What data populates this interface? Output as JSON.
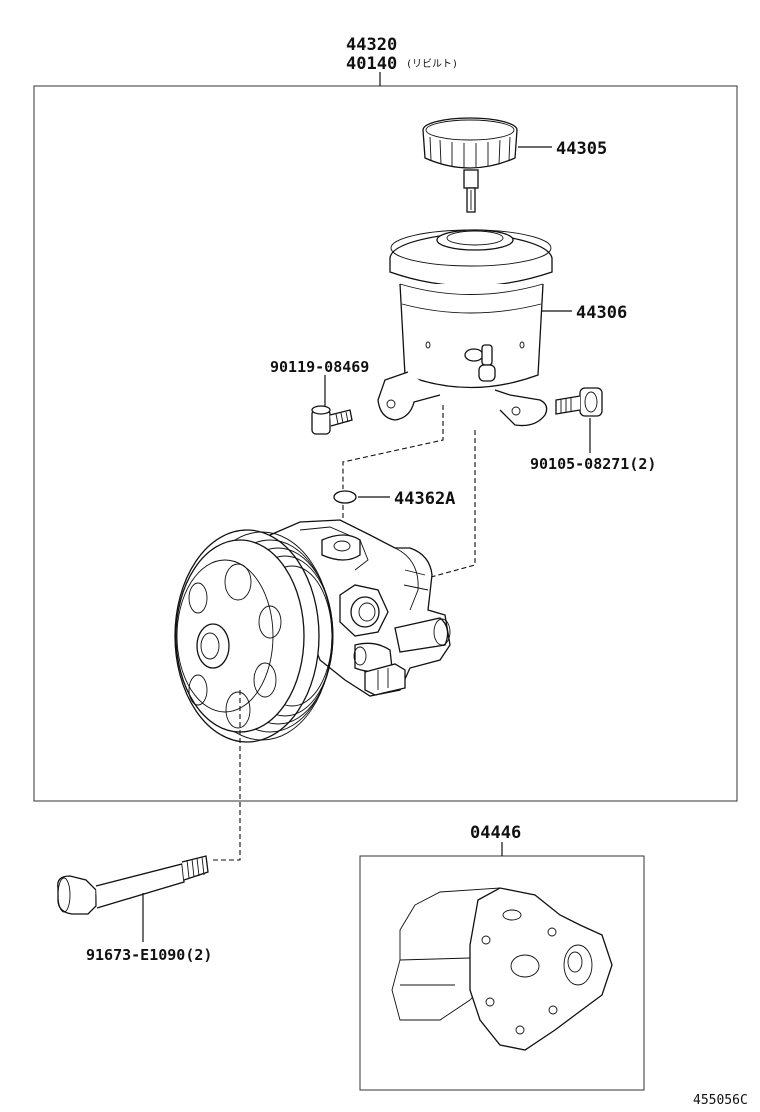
{
  "diagram": {
    "assembly_number": "44320",
    "assembly_rebuilt": "40140",
    "assembly_rebuilt_note": "(リビルト)",
    "parts": {
      "cap": "44305",
      "reservoir": "44306",
      "bolt_left": "90119-08469",
      "bolt_right": "90105-08271(2)",
      "oring": "44362A",
      "mount_bolt": "91673-E1090(2)",
      "gasket_kit": "04446"
    },
    "illustration_id": "455056C"
  }
}
